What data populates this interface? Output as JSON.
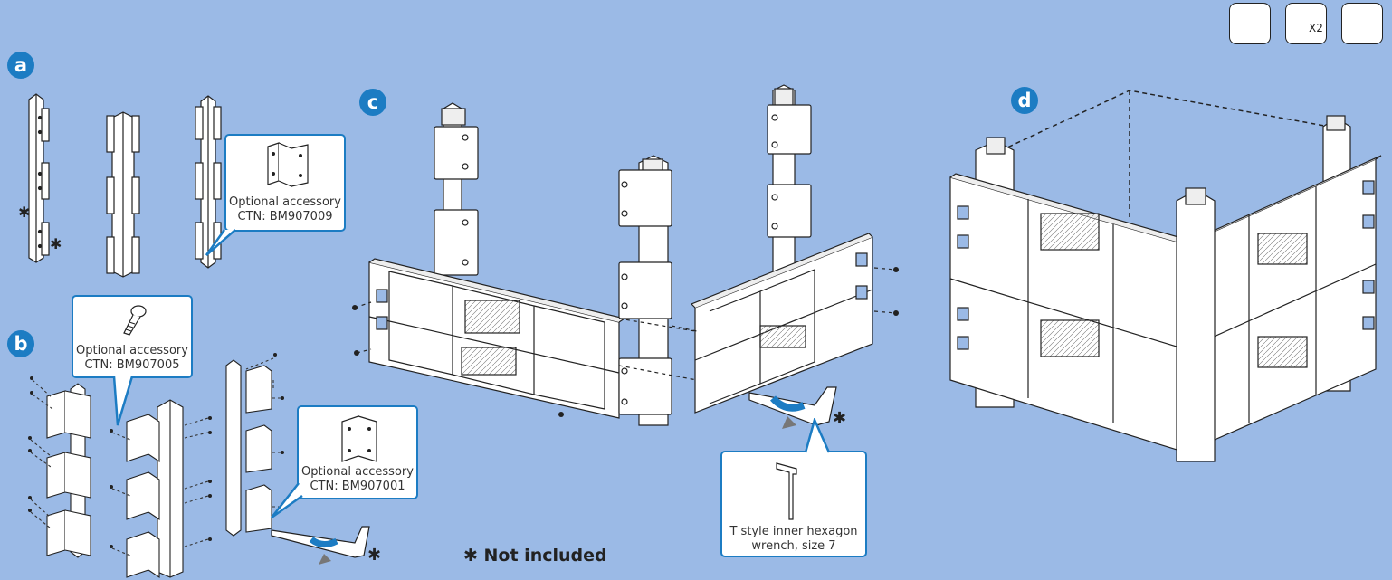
{
  "steps": {
    "a": "a",
    "b": "b",
    "c": "c",
    "d": "d"
  },
  "callouts": {
    "a": {
      "line1": "Optional accessory",
      "line2": "CTN: BM907009"
    },
    "b_screw": {
      "line1": "Optional accessory",
      "line2": "CTN: BM907005"
    },
    "b_bracket": {
      "line1": "Optional accessory",
      "line2": "CTN: BM907001"
    },
    "wrench": {
      "line1": "T style inner hexagon",
      "line2": "wrench, size 7"
    }
  },
  "tools": {
    "people_count": "X2"
  },
  "note": "✱ Not included",
  "asterisk": "✱",
  "icons": [
    "gloves-icon",
    "person-icon",
    "hex-key-icon",
    "wrench-icon",
    "screw-icon",
    "bracket-icon"
  ],
  "colors": {
    "background": "#9bbae6",
    "accent": "#1c7cc3",
    "rotation_arrow": "#1c7cc3",
    "line": "#222222"
  }
}
